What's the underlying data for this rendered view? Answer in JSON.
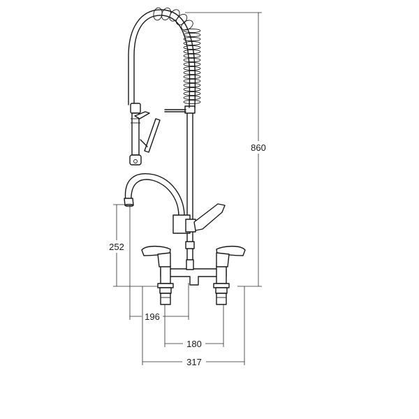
{
  "dimensions": {
    "height_total": "860",
    "spout_height": "252",
    "spout_reach": "196",
    "inlet_centres": "180",
    "overall_width": "317"
  },
  "colors": {
    "line": "#1a1a1a",
    "background": "#ffffff"
  }
}
